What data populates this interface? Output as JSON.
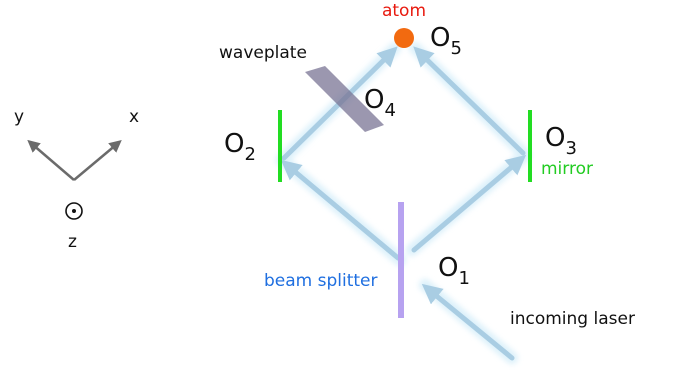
{
  "labels": {
    "atom": "atom",
    "waveplate": "waveplate",
    "mirror": "mirror",
    "beam_splitter": "beam splitter",
    "incoming_laser": "incoming laser"
  },
  "points": {
    "o1": {
      "base": "O",
      "sub": "1"
    },
    "o2": {
      "base": "O",
      "sub": "2"
    },
    "o3": {
      "base": "O",
      "sub": "3"
    },
    "o4": {
      "base": "O",
      "sub": "4"
    },
    "o5": {
      "base": "O",
      "sub": "5"
    }
  },
  "axes": {
    "x": "x",
    "y": "y",
    "z": "z"
  },
  "colors": {
    "atom": "#f26a10",
    "atom_label": "#e8190e",
    "mirror": "#22dd22",
    "mirror_label": "#22cc22",
    "beam_splitter": "#b7a2f0",
    "beam_splitter_label": "#1f6fe0",
    "waveplate": "#7a7494",
    "beam_glow": "#cfeaf8",
    "beam_core": "#9fc3dc",
    "axis_arrow": "#6b6b6b"
  }
}
